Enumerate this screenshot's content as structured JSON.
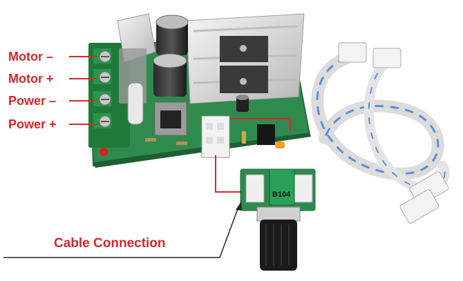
{
  "labels": {
    "motor_minus": "Motor –",
    "motor_plus": "Motor +",
    "power_minus": "Power –",
    "power_plus": "Power +",
    "cable_connection": "Cable Connection"
  },
  "potentiometer_marking": "B104",
  "colors": {
    "label_red": "#d8262c",
    "board_green": "#2f8a4e",
    "terminal_green": "#1f7a3a",
    "heatsink_silver": "#d9d9d9",
    "cable_blue": "#5b8fd6"
  }
}
